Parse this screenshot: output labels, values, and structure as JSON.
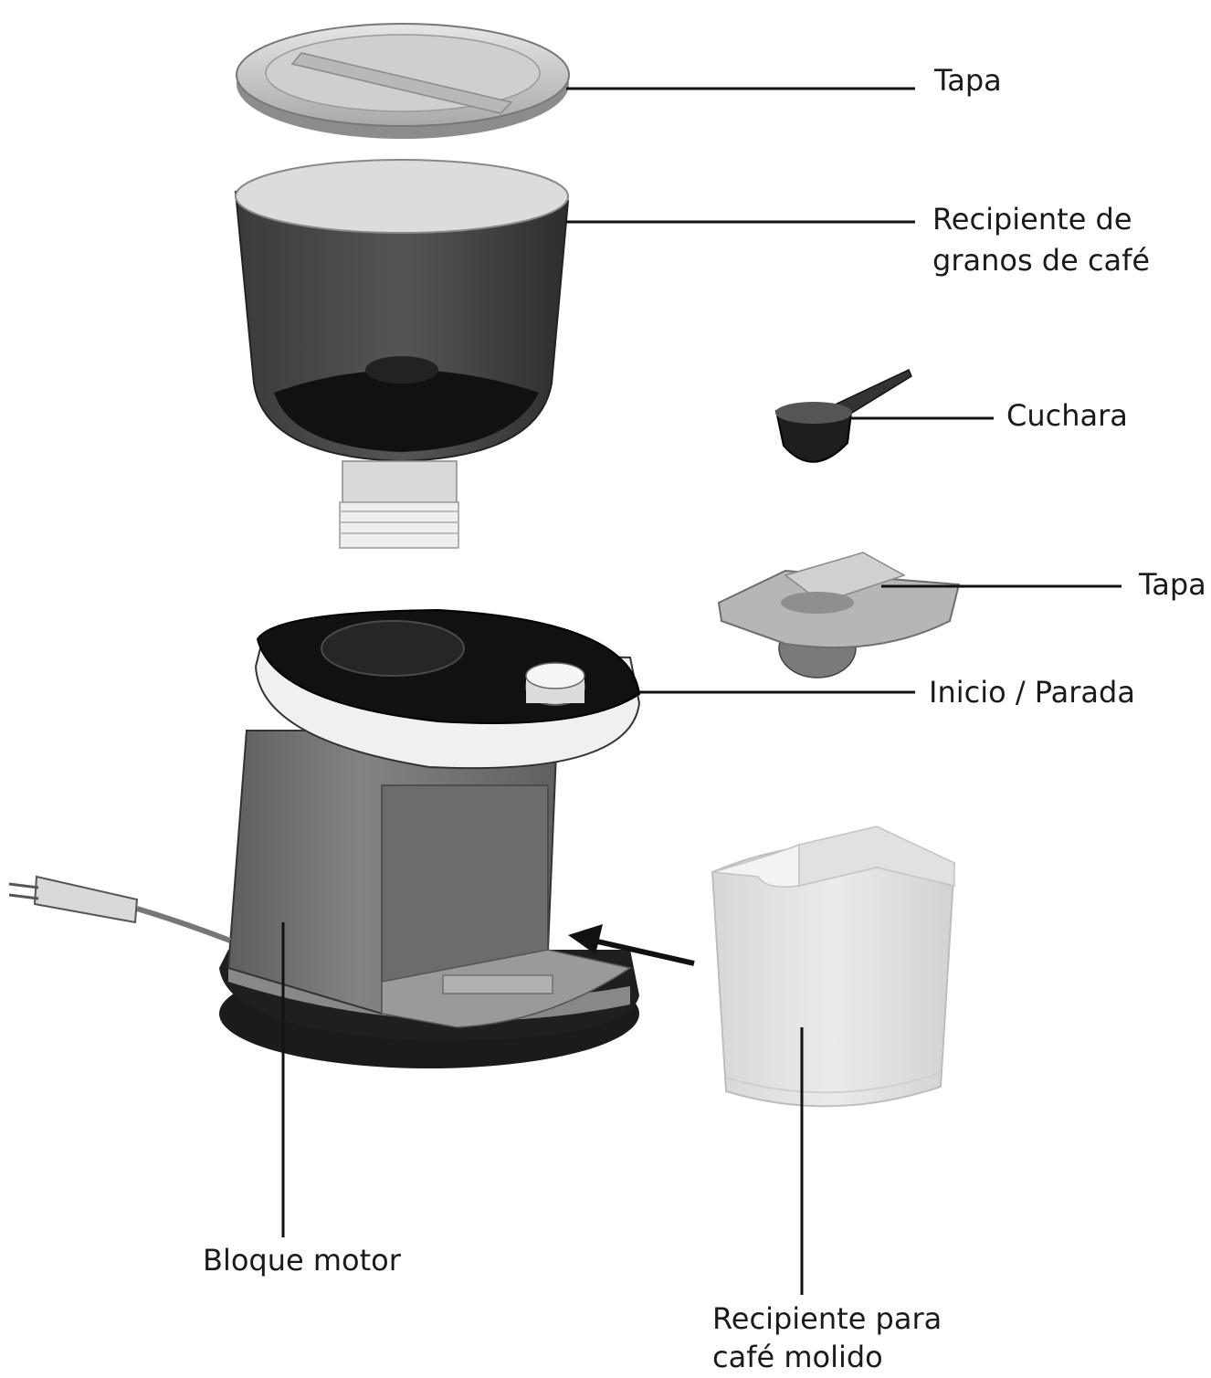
{
  "labels": {
    "tapa_top": "Tapa",
    "bean_hopper_line1": "Recipiente de",
    "bean_hopper_line2": "granos de café",
    "spoon": "Cuchara",
    "tapa_small": "Tapa",
    "start_stop": "Inicio / Parada",
    "motor_block": "Bloque motor",
    "ground_container_line1": "Recipiente para",
    "ground_container_line2": "café molido"
  }
}
